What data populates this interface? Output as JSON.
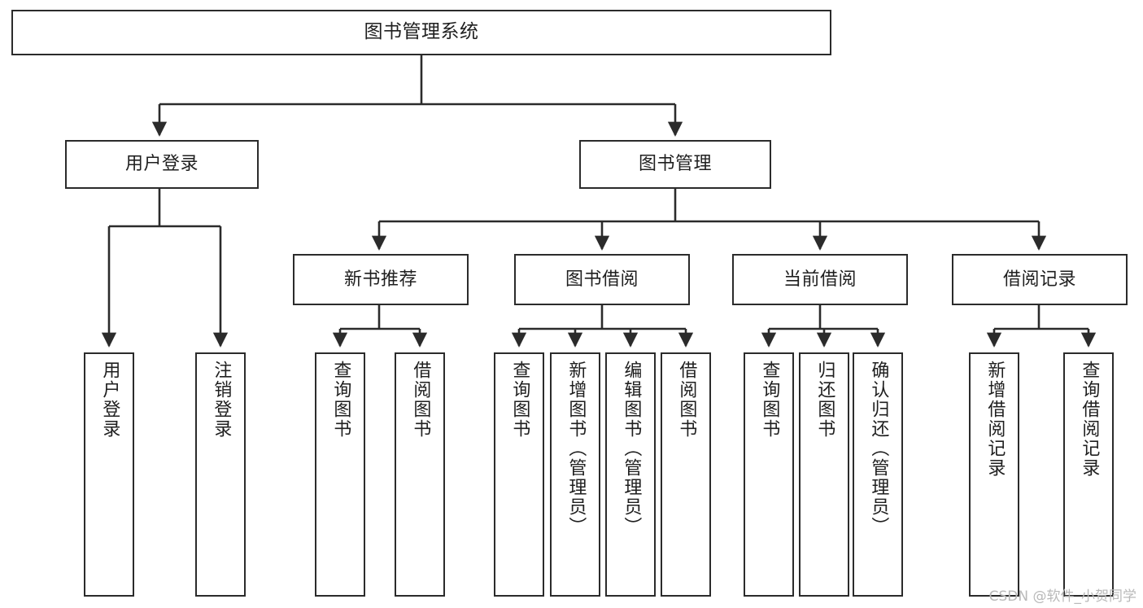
{
  "diagram": {
    "title": "图书管理系统",
    "watermark": "CSDN @软件_小贺同学",
    "line_color": "#2b2b2b",
    "box_fill": "#ffffff",
    "text_color": "#1f1f1f",
    "nodes": {
      "root": {
        "label": "图书管理系统"
      },
      "level2": [
        {
          "label": "用户登录"
        },
        {
          "label": "图书管理"
        }
      ],
      "level3": [
        {
          "label": "新书推荐"
        },
        {
          "label": "图书借阅"
        },
        {
          "label": "当前借阅"
        },
        {
          "label": "借阅记录"
        }
      ],
      "leaves": {
        "user_login": [
          {
            "label": "用户登录"
          },
          {
            "label": "注销登录"
          }
        ],
        "new_book": [
          {
            "label": "查询图书"
          },
          {
            "label": "借阅图书"
          }
        ],
        "book_borrow": [
          {
            "label": "查询图书"
          },
          {
            "label": "新增图书（管理员）"
          },
          {
            "label": "编辑图书（管理员）"
          },
          {
            "label": "借阅图书"
          }
        ],
        "current_borrow": [
          {
            "label": "查询图书"
          },
          {
            "label": "归还图书"
          },
          {
            "label": "确认归还（管理员）"
          }
        ],
        "borrow_record": [
          {
            "label": "新增借阅记录"
          },
          {
            "label": "查询借阅记录"
          }
        ]
      }
    }
  }
}
